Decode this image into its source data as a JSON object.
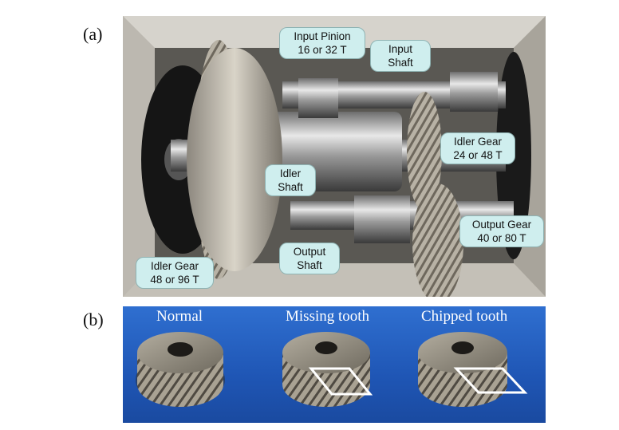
{
  "panel_labels": {
    "a": "(a)",
    "b": "(b)"
  },
  "callouts": {
    "input_pinion": "Input Pinion\n16 or 32 T",
    "input_shaft": "Input\nShaft",
    "idler_shaft": "Idler\nShaft",
    "idler_gear_small": "Idler Gear\n24 or 48 T",
    "output_shaft": "Output\nShaft",
    "output_gear": "Output Gear\n40 or 80 T",
    "idler_gear_large": "Idler Gear\n48 or 96 T"
  },
  "gear_captions": {
    "normal": "Normal",
    "missing": "Missing tooth",
    "chipped": "Chipped tooth"
  }
}
